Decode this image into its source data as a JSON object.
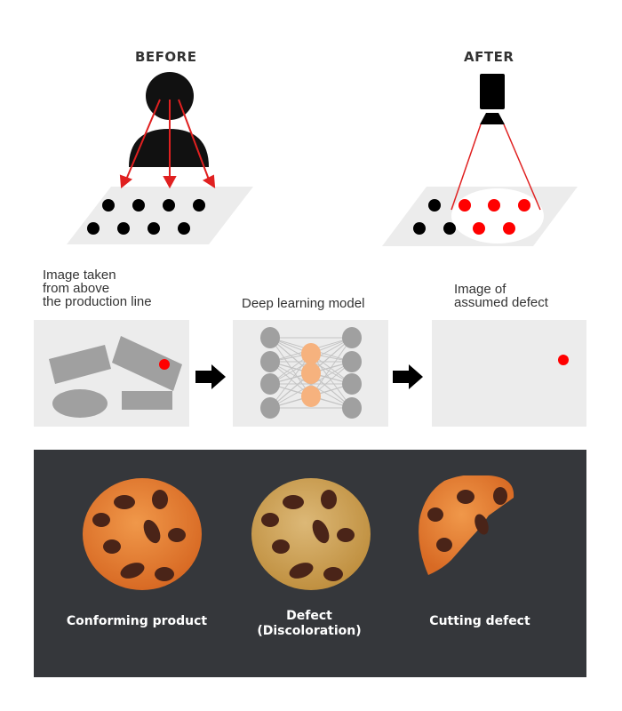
{
  "before": {
    "title": "BEFORE",
    "icon": "person-icon",
    "dots": 8
  },
  "after": {
    "title": "AFTER",
    "icon": "camera-icon",
    "dots_normal": 3,
    "dots_defect": 5
  },
  "pipeline": {
    "steps": [
      {
        "label": "Image taken\nfrom above\nthe production line",
        "lines": [
          "Image taken",
          "from above",
          "the production line"
        ]
      },
      {
        "label": "Deep learning model",
        "lines": [
          "Deep learning model"
        ]
      },
      {
        "label": "Image of\nassumed defect",
        "lines": [
          "Image of",
          "assumed defect"
        ]
      }
    ],
    "arrow_icon": "right-arrow-icon"
  },
  "examples": [
    {
      "label_lines": [
        "Conforming product"
      ],
      "color": "#e8833a"
    },
    {
      "label_lines": [
        "Defect",
        "(Discoloration)"
      ],
      "color": "#d3a55e"
    },
    {
      "label_lines": [
        "Cutting defect"
      ],
      "color": "#e8833a"
    }
  ],
  "colors": {
    "defect_red": "#ff0000",
    "arrow_red": "#e02020",
    "node_gray": "#a0a0a0",
    "node_orange": "#f6b27e",
    "panel": "#ececec",
    "dark_bg": "#35373b"
  }
}
